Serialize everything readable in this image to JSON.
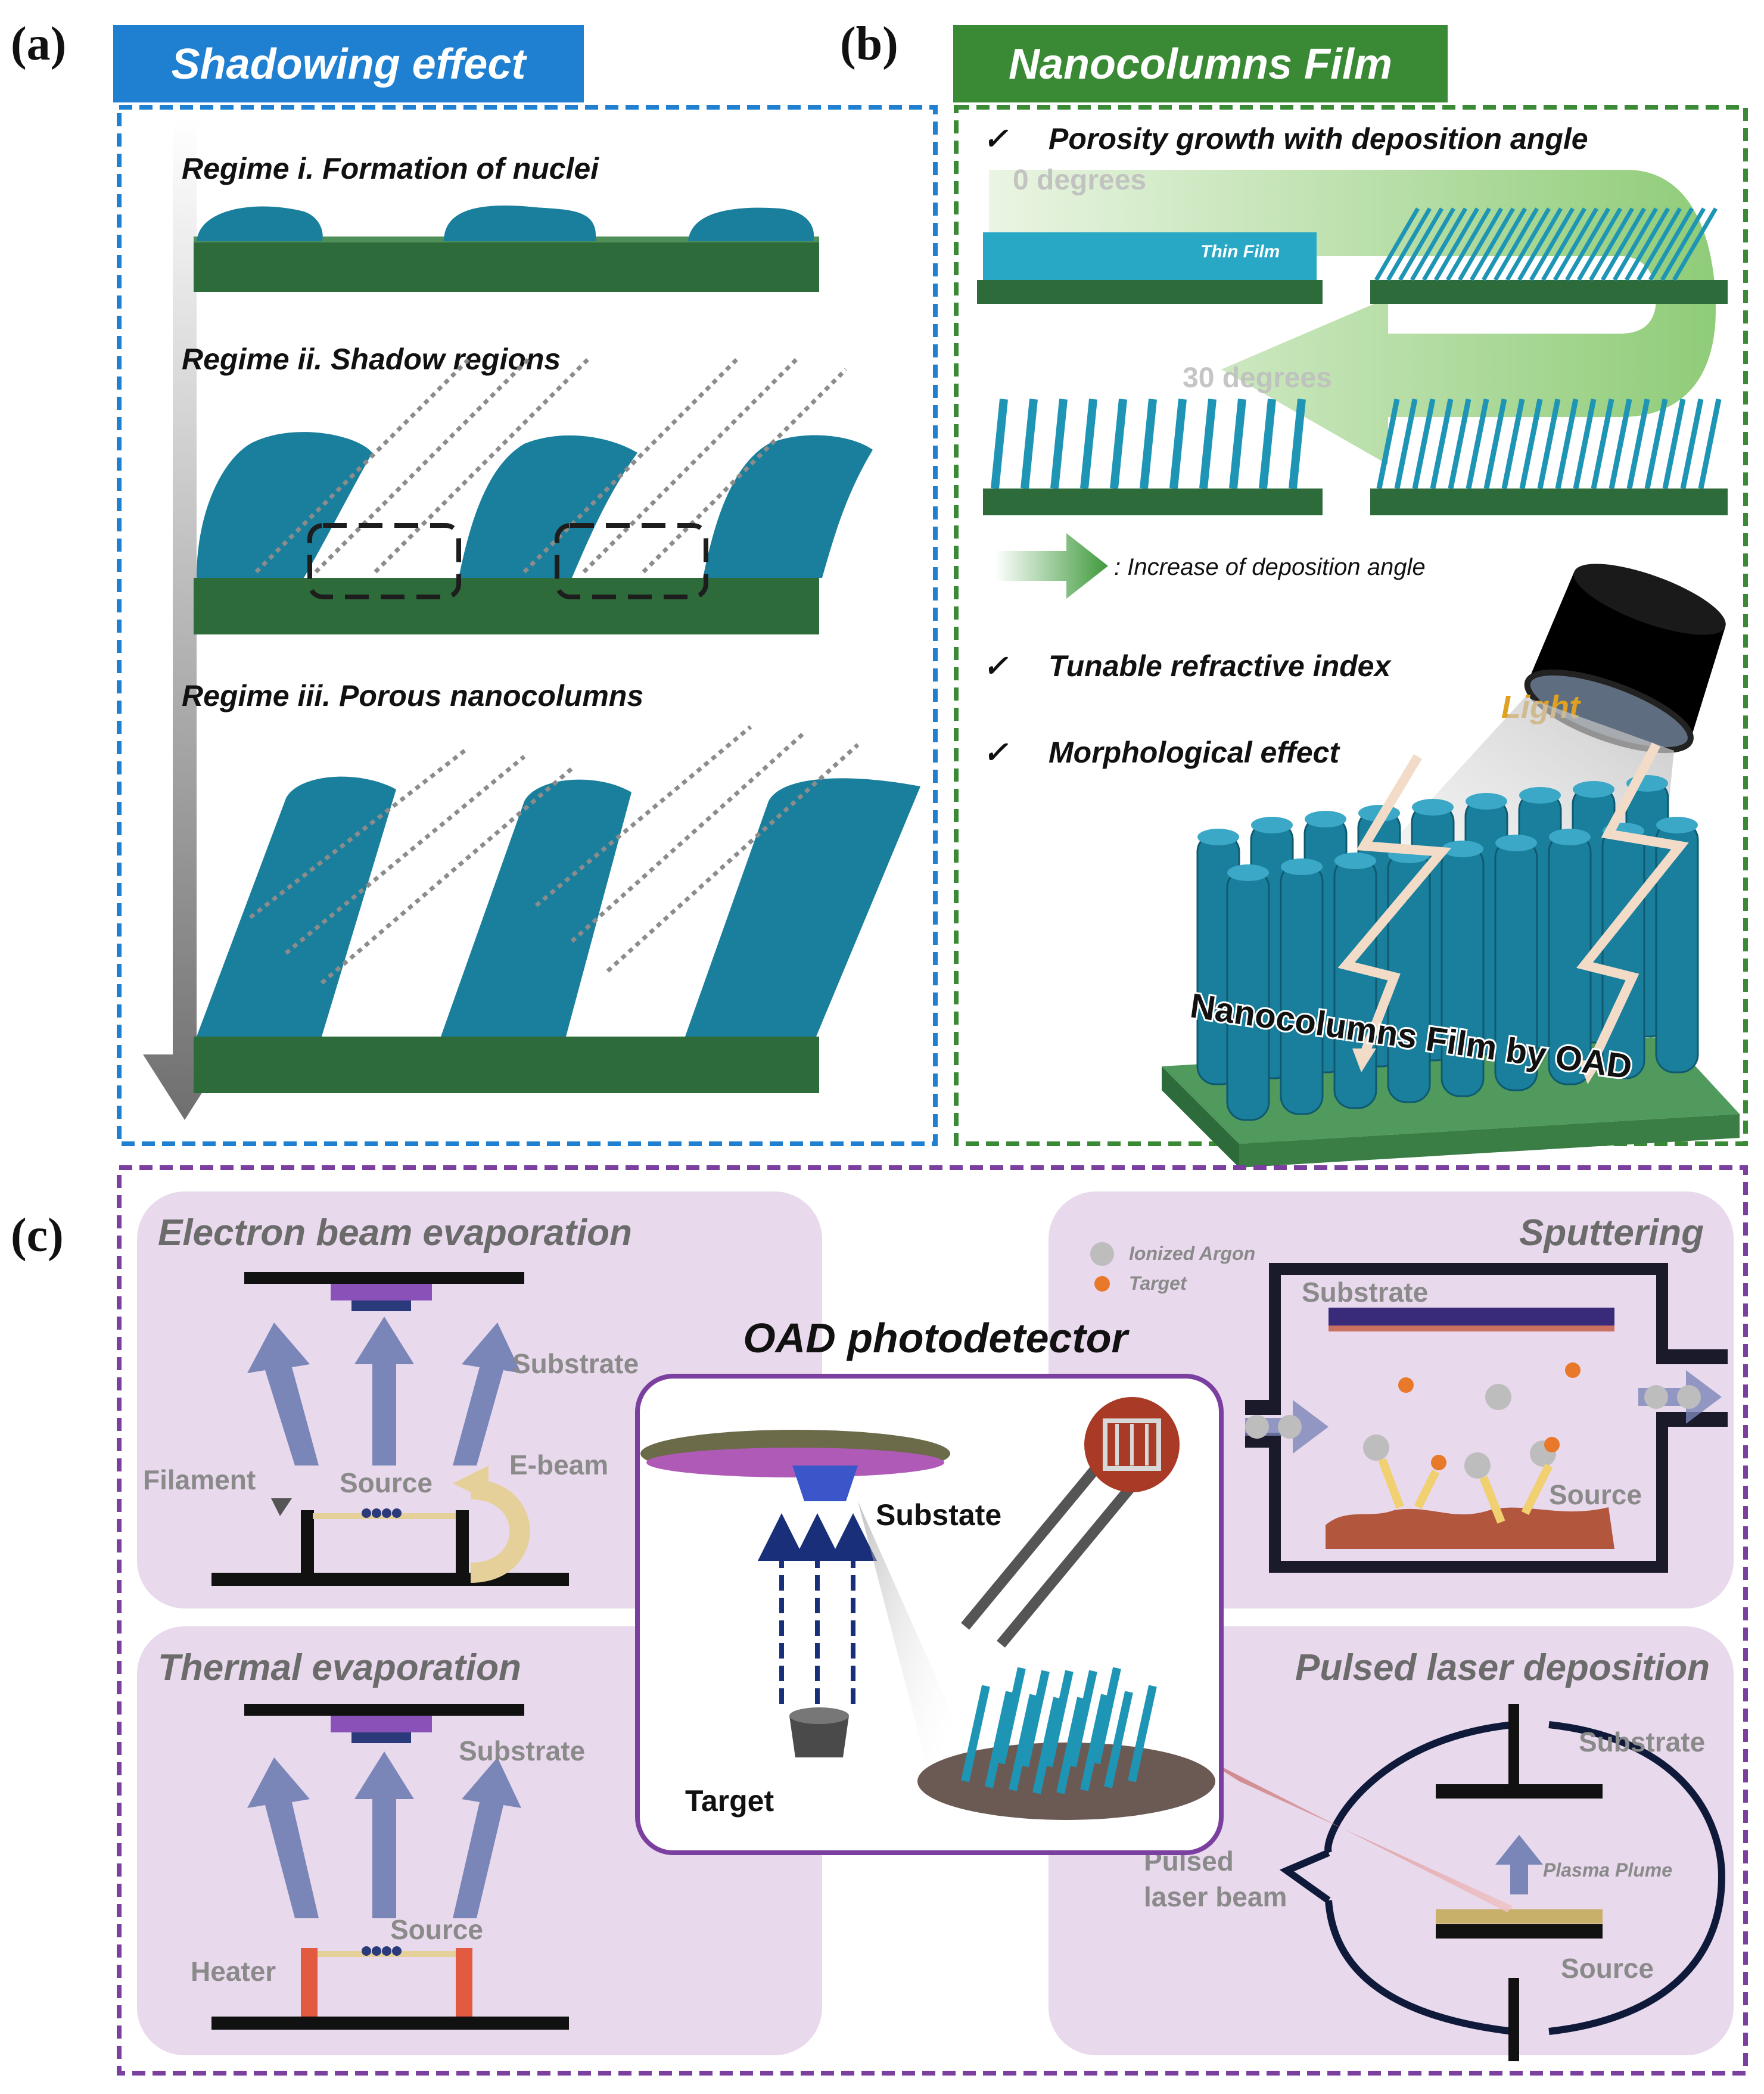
{
  "panels": {
    "a": {
      "label": "(a)",
      "title": "Shadowing effect",
      "regimes": [
        "Regime  i. Formation of nuclei",
        "Regime  ii. Shadow  regions",
        "Regime  iii. Porous nanocolumns"
      ]
    },
    "b": {
      "label": "(b)",
      "title": "Nanocolumns Film",
      "bullet1": "Porosity growth with deposition  angle",
      "deg0": "0 degrees",
      "deg30": "30 degrees",
      "thin_film": "Thin Film",
      "arrow_legend": ": Increase of deposition angle",
      "bullet2": "Tunable refractive index",
      "bullet3": "Morphological  effect",
      "light": "Light",
      "nanocolumns_label": "Nanocolumns  Film by OAD",
      "check": "✓"
    },
    "c": {
      "label": "(c)",
      "center_title": "OAD photodetector",
      "substate": "Substate",
      "target": "Target",
      "ebeam": {
        "title": "Electron beam evaporation",
        "substrate": "Substrate",
        "source": "Source",
        "filament": "Filament",
        "ebeam": "E-beam"
      },
      "thermal": {
        "title": "Thermal evaporation",
        "substrate": "Substrate",
        "source": "Source",
        "heater": "Heater"
      },
      "sputtering": {
        "title": "Sputtering",
        "legend_argon": "Ionized Argon",
        "legend_target": "Target",
        "substrate": "Substrate",
        "source": "Source"
      },
      "pld": {
        "title": "Pulsed laser deposition",
        "substrate": "Substrate",
        "plasma": "Plasma Plume",
        "source": "Source",
        "laser1": "Pulsed",
        "laser2": "laser beam"
      }
    }
  },
  "colors": {
    "blue_title": "#1f7fd0",
    "green_title": "#3a8a35",
    "purple_frame": "#7b3fa0",
    "lilac_box": "#e8d9ec",
    "substrate": "#2e6b3a",
    "column": "#1a7f9c",
    "gray_label": "#8a8a8a"
  }
}
